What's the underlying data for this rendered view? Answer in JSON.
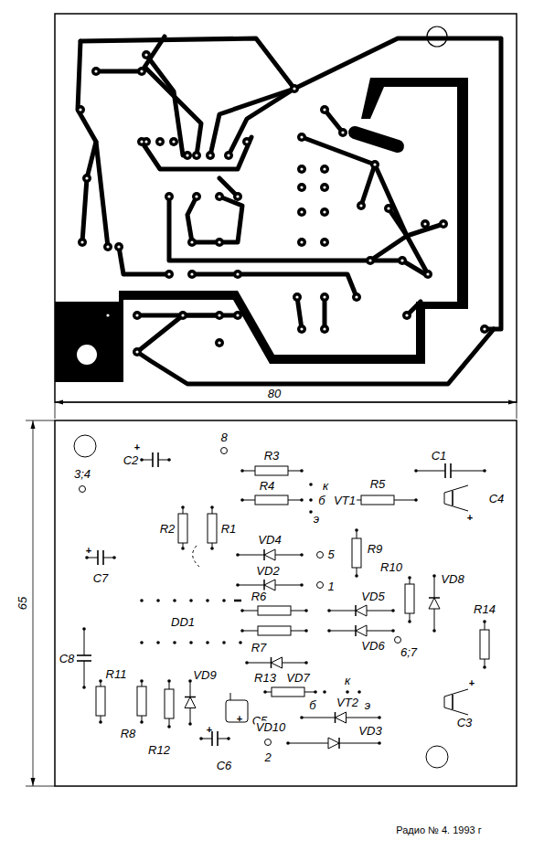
{
  "diagram": {
    "caption": "Радио № 4. 1993 г",
    "labels": [
      "80",
      "65",
      "8",
      "C2",
      "+",
      "3;4",
      "R3",
      "R4",
      "к",
      "б",
      "VT1",
      "э",
      "R5",
      "C1",
      "C4",
      "+",
      "R2",
      "R1",
      "VD4",
      "5",
      "R9",
      "C7",
      "+",
      "VD2",
      "1",
      "R10",
      "VD8",
      "R6",
      "VD5",
      "DD1",
      "R7",
      "VD6",
      "6;7",
      "R14",
      "C8",
      "R11",
      "R8",
      "R12",
      "VD9",
      "R13",
      "VD7",
      "б",
      "к",
      "э",
      "VT2",
      "C3",
      "+",
      "C5",
      "+",
      "VD10",
      "VD3",
      "C6",
      "+",
      "2"
    ]
  }
}
